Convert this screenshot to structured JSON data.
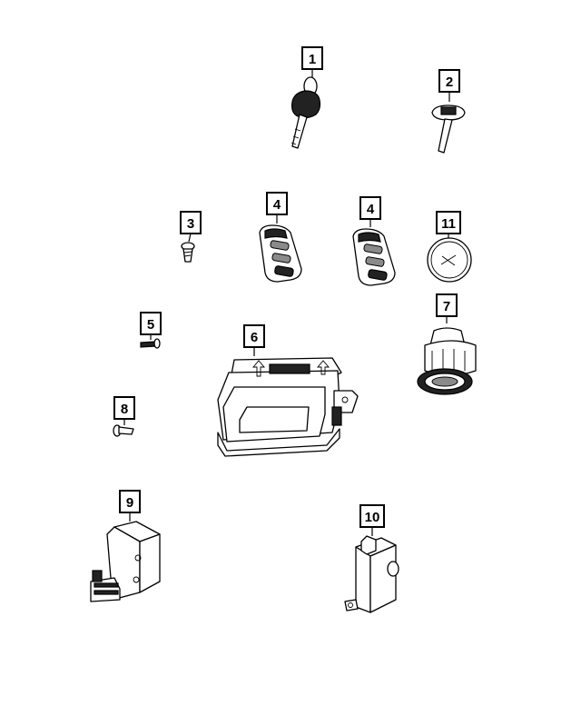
{
  "callouts": [
    {
      "id": "c1",
      "label": "1"
    },
    {
      "id": "c2",
      "label": "2"
    },
    {
      "id": "c3",
      "label": "3"
    },
    {
      "id": "c4a",
      "label": "4"
    },
    {
      "id": "c4b",
      "label": "4"
    },
    {
      "id": "c11",
      "label": "11"
    },
    {
      "id": "c5",
      "label": "5"
    },
    {
      "id": "c6",
      "label": "6"
    },
    {
      "id": "c7",
      "label": "7"
    },
    {
      "id": "c8",
      "label": "8"
    },
    {
      "id": "c9",
      "label": "9"
    },
    {
      "id": "c10",
      "label": "10"
    }
  ]
}
